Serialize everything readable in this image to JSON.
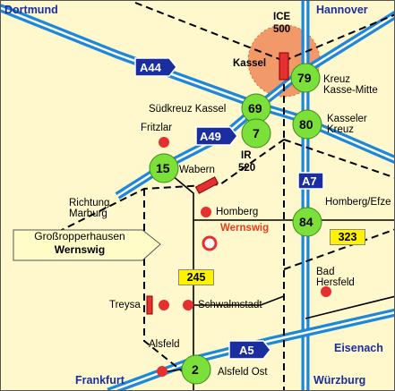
{
  "labels": {
    "dortmund": "Dortmund",
    "hannover": "Hannover",
    "ice": "ICE",
    "ice_num": "500",
    "kassel": "Kassel",
    "kreuz_kassel_mitte": "Kreuz\nKasse-Mitte",
    "suedkreuz_kassel": "Südkreuz Kassel",
    "kasseler_kreuz": "Kasseler\nKreuz",
    "fritzlar": "Fritzlar",
    "ir": "IR",
    "ir_num": "520",
    "wabern": "Wabern",
    "richtung_marburg": "Richtung\nMarburg",
    "homberg": "Homberg",
    "homberg_efze": "Homberg/Efze",
    "wernswig": "Wernswig",
    "callout_line1": "Großropperhausen",
    "callout_line2": "Wernswig",
    "treysa": "Treysa",
    "schwalmstadt": "Schwalmstadt",
    "bad_hersfeld": "Bad\nHersfeld",
    "alsfeld": "Alsfeld",
    "alsfeld_ost": "Alsfeld Ost",
    "eisenach": "Eisenach",
    "frankfurt": "Frankfurt",
    "wuerzburg": "Würzburg"
  },
  "motorways": {
    "a44": "A44",
    "a49": "A49",
    "a7": "A7",
    "a5": "A5"
  },
  "exits": {
    "e79": "79",
    "e69": "69",
    "e7": "7",
    "e80": "80",
    "e15": "15",
    "e84": "84",
    "e2": "2"
  },
  "road_numbers": {
    "r323": "323",
    "r245": "245"
  },
  "colors": {
    "background": "#FFF8CC",
    "motorway": "#1E88D8",
    "motorway_sign": "#1a2ea0",
    "exit": "#7CE03A",
    "rail": "#000000",
    "station": "#E53030",
    "highlight": "#F08040",
    "route_number": "#FFF200"
  }
}
